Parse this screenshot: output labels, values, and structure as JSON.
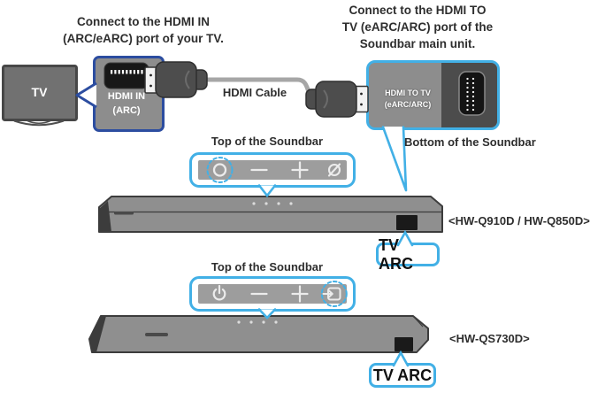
{
  "captions": {
    "tv_side": "Connect to the HDMI IN\n(ARC/eARC) port of your TV.",
    "soundbar_side": "Connect to the HDMI TO\nTV (eARC/ARC) port of the\nSoundbar main unit."
  },
  "tv": {
    "label": "TV"
  },
  "ports": {
    "hdmi_in": {
      "label": "HDMI IN\n(ARC)"
    },
    "hdmi_to_tv": {
      "label": "HDMI TO TV\n(eARC/ARC)"
    }
  },
  "cable": {
    "label": "HDMI Cable"
  },
  "soundbar1": {
    "top_label": "Top of the Soundbar",
    "bottom_label": "Bottom of the Soundbar",
    "model": "<HW-Q910D / HW-Q850D>",
    "port_label": "TV ARC",
    "controls": [
      "multifunction-icon",
      "volume-down-icon",
      "volume-up-icon",
      "mic-off-icon"
    ],
    "highlighted_control": "multifunction-icon"
  },
  "soundbar2": {
    "top_label": "Top of the Soundbar",
    "model": "<HW-QS730D>",
    "port_label": "TV ARC",
    "controls": [
      "power-icon",
      "volume-down-icon",
      "volume-up-icon",
      "source-icon"
    ],
    "highlighted_control": "source-icon"
  },
  "colors": {
    "accent_blue": "#42b0e6",
    "deep_blue": "#2c4da0",
    "soundbar_gray": "#8f8f8f",
    "panel_dark": "#4c4c4c",
    "control_bar_gray": "#9d9d9d",
    "text": "#2e2e2e"
  }
}
